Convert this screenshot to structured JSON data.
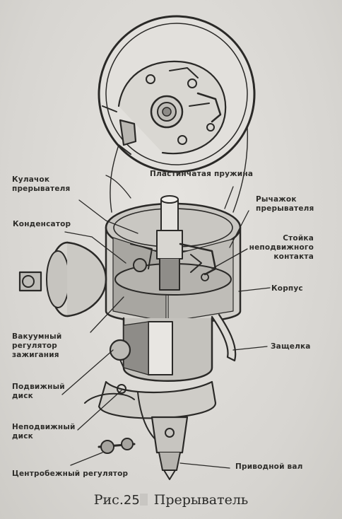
{
  "labels": {
    "cam": [
      "Кулачок",
      "прерывателя"
    ],
    "leaf_spring": "Пластинчатая пружина",
    "lever": [
      "Рычажок",
      "прерывателя"
    ],
    "capacitor": "Конденсатор",
    "fixed_contact_post": [
      "Стойка",
      "неподвижного",
      "контакта"
    ],
    "housing": "Корпус",
    "vacuum_regulator": [
      "Вакуумный",
      "регулятор",
      "зажигания"
    ],
    "latch": "Защелка",
    "movable_disk": [
      "Подвижный",
      "диск"
    ],
    "fixed_disk": [
      "Неподвижный",
      "диск"
    ],
    "centrifugal_regulator": "Центробежный регулятор",
    "drive_shaft": "Приводной вал"
  },
  "caption": {
    "prefix": "Рис.",
    "number": "25",
    "title": "Прерыватель"
  }
}
